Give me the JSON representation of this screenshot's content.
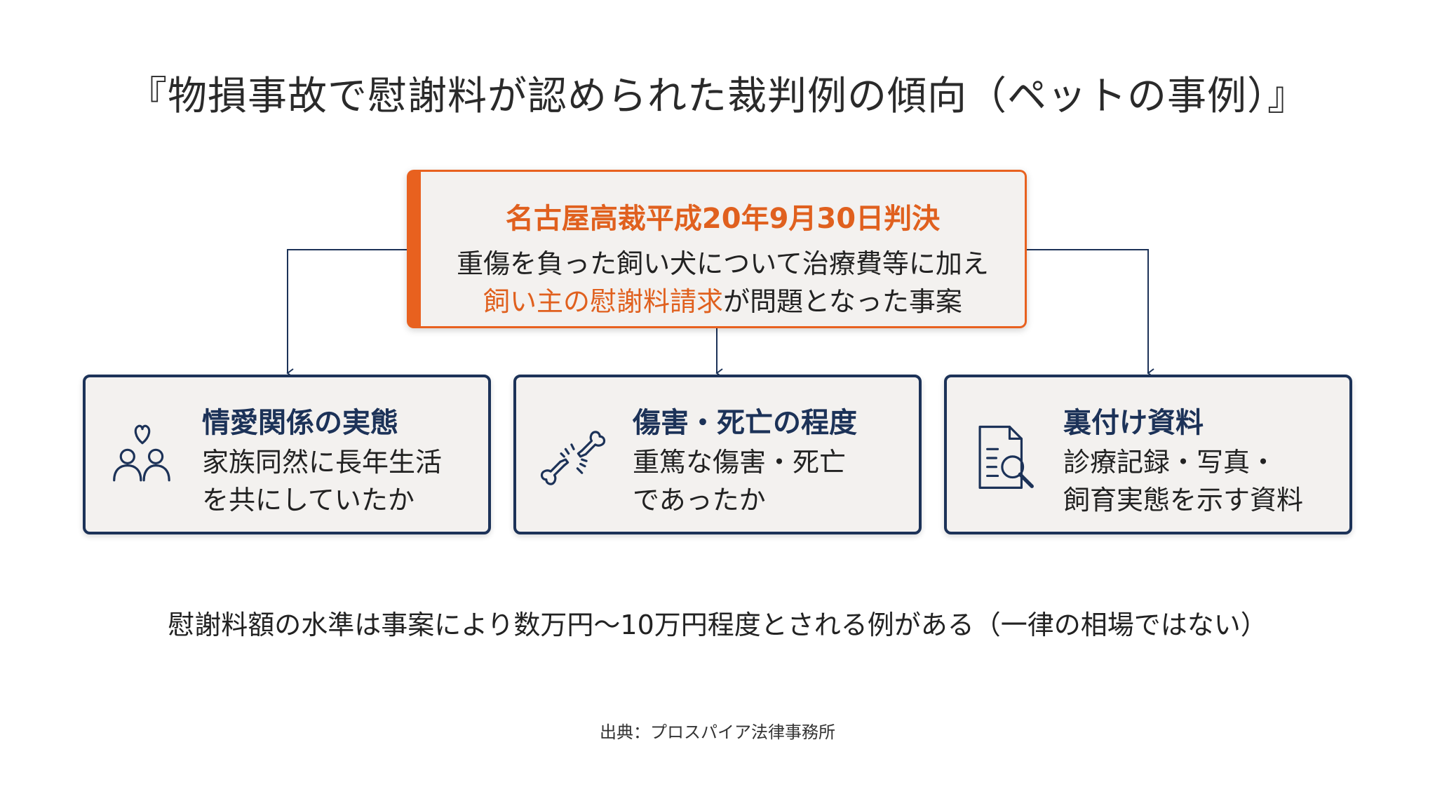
{
  "title": "『物損事故で慰謝料が認められた裁判例の傾向（ペットの事例）』",
  "case": {
    "heading": "名古屋高裁平成20年9月30日判決",
    "line1": "重傷を負った飼い犬について治療費等に加え",
    "line2_highlight": "飼い主の慰謝料請求",
    "line2_rest": "が問題となった事案"
  },
  "cards": [
    {
      "title": "情愛関係の実態",
      "lines": [
        "家族同然に長年生活",
        "を共にしていたか"
      ],
      "icon": "people-heart-icon"
    },
    {
      "title": "傷害・死亡の程度",
      "lines": [
        "重篤な傷害・死亡",
        "であったか"
      ],
      "icon": "broken-bone-icon"
    },
    {
      "title": "裏付け資料",
      "lines": [
        "診療記録・写真・",
        "飼育実態を示す資料"
      ],
      "icon": "document-search-icon"
    }
  ],
  "note": "慰謝料額の水準は事案により数万円〜10万円程度とされる例がある（一律の相場ではない）",
  "source": "出典：プロスパイア法律事務所",
  "colors": {
    "accent": "#e8611f",
    "navy": "#1c3258",
    "card_bg": "#f3f1ef"
  }
}
